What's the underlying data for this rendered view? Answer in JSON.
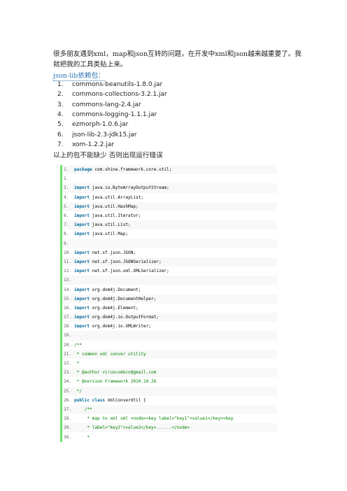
{
  "intro": "很多朋友遇到xml，map和json互转的问题，在开发中xml和json越来越重要了。我就把我的工具类贴上来。",
  "deps_label": "json-lib依赖包：",
  "deps": [
    {
      "num": "1.",
      "name": "commons-beanutils-1.8.0.jar"
    },
    {
      "num": "2.",
      "name": "commons-collections-3.2.1.jar"
    },
    {
      "num": "3.",
      "name": "commons-lang-2.4.jar"
    },
    {
      "num": "4.",
      "name": "commons-logging-1.1.1.jar"
    },
    {
      "num": "5.",
      "name": "ezmorph-1.0.6.jar"
    },
    {
      "num": "6.",
      "name": "json-lib-2.3-jdk15.jar"
    },
    {
      "num": "7.",
      "name": "xom-1.2.2.jar"
    }
  ],
  "warning": "以上的包不能缺少  否则出现运行错误",
  "code": [
    {
      "n": "1.",
      "kind": "package",
      "kw": "package",
      "text": " com.shine.framework.core.util;"
    },
    {
      "n": "2.",
      "kind": "blank",
      "kw": "",
      "text": ""
    },
    {
      "n": "3.",
      "kind": "import",
      "kw": "import",
      "text": " java.io.ByteArrayOutputStream;"
    },
    {
      "n": "4.",
      "kind": "import",
      "kw": "import",
      "text": " java.util.ArrayList;"
    },
    {
      "n": "5.",
      "kind": "import",
      "kw": "import",
      "text": " java.util.HashMap;"
    },
    {
      "n": "6.",
      "kind": "import",
      "kw": "import",
      "text": " java.util.Iterator;"
    },
    {
      "n": "7.",
      "kind": "import",
      "kw": "import",
      "text": " java.util.List;"
    },
    {
      "n": "8.",
      "kind": "import",
      "kw": "import",
      "text": " java.util.Map;"
    },
    {
      "n": "9.",
      "kind": "blank",
      "kw": "",
      "text": ""
    },
    {
      "n": "10.",
      "kind": "import",
      "kw": "import",
      "text": " net.sf.json.JSON;"
    },
    {
      "n": "11.",
      "kind": "import",
      "kw": "import",
      "text": " net.sf.json.JSONSerializer;"
    },
    {
      "n": "12.",
      "kind": "import",
      "kw": "import",
      "text": " net.sf.json.xml.XMLSerializer;"
    },
    {
      "n": "13.",
      "kind": "blank",
      "kw": "",
      "text": ""
    },
    {
      "n": "14.",
      "kind": "import",
      "kw": "import",
      "text": " org.dom4j.Document;"
    },
    {
      "n": "15.",
      "kind": "import",
      "kw": "import",
      "text": " org.dom4j.DocumentHelper;"
    },
    {
      "n": "16.",
      "kind": "import",
      "kw": "import",
      "text": " org.dom4j.Element;"
    },
    {
      "n": "17.",
      "kind": "import",
      "kw": "import",
      "text": " org.dom4j.io.OutputFormat;"
    },
    {
      "n": "18.",
      "kind": "import",
      "kw": "import",
      "text": " org.dom4j.io.XMLWriter;"
    },
    {
      "n": "19.",
      "kind": "blank",
      "kw": "",
      "text": ""
    },
    {
      "n": "20.",
      "kind": "comment",
      "kw": "",
      "text": "/**"
    },
    {
      "n": "21.",
      "kind": "comment",
      "kw": "",
      "text": " * common xml conver utility"
    },
    {
      "n": "22.",
      "kind": "comment",
      "kw": "",
      "text": " *"
    },
    {
      "n": "23.",
      "kind": "comment",
      "kw": "",
      "text": " * @author viruscodecn@gmail.com"
    },
    {
      "n": "24.",
      "kind": "comment",
      "kw": "",
      "text": " * @version Framework 2010.10.26"
    },
    {
      "n": "25.",
      "kind": "comment",
      "kw": "",
      "text": " */"
    },
    {
      "n": "26.",
      "kind": "class",
      "kw": "public class",
      "text": " XmlConverUtil {"
    },
    {
      "n": "27.",
      "kind": "comment",
      "kw": "",
      "text": "    /**"
    },
    {
      "n": "28.",
      "kind": "comment",
      "kw": "",
      "text": "     * map to xml xml <node><key label=\"key1\">value1</key><key"
    },
    {
      "n": "29.",
      "kind": "comment",
      "kw": "",
      "text": "     * label=\"key2\">value2</key>......</node>"
    },
    {
      "n": "30.",
      "kind": "comment",
      "kw": "",
      "text": "     *"
    }
  ]
}
